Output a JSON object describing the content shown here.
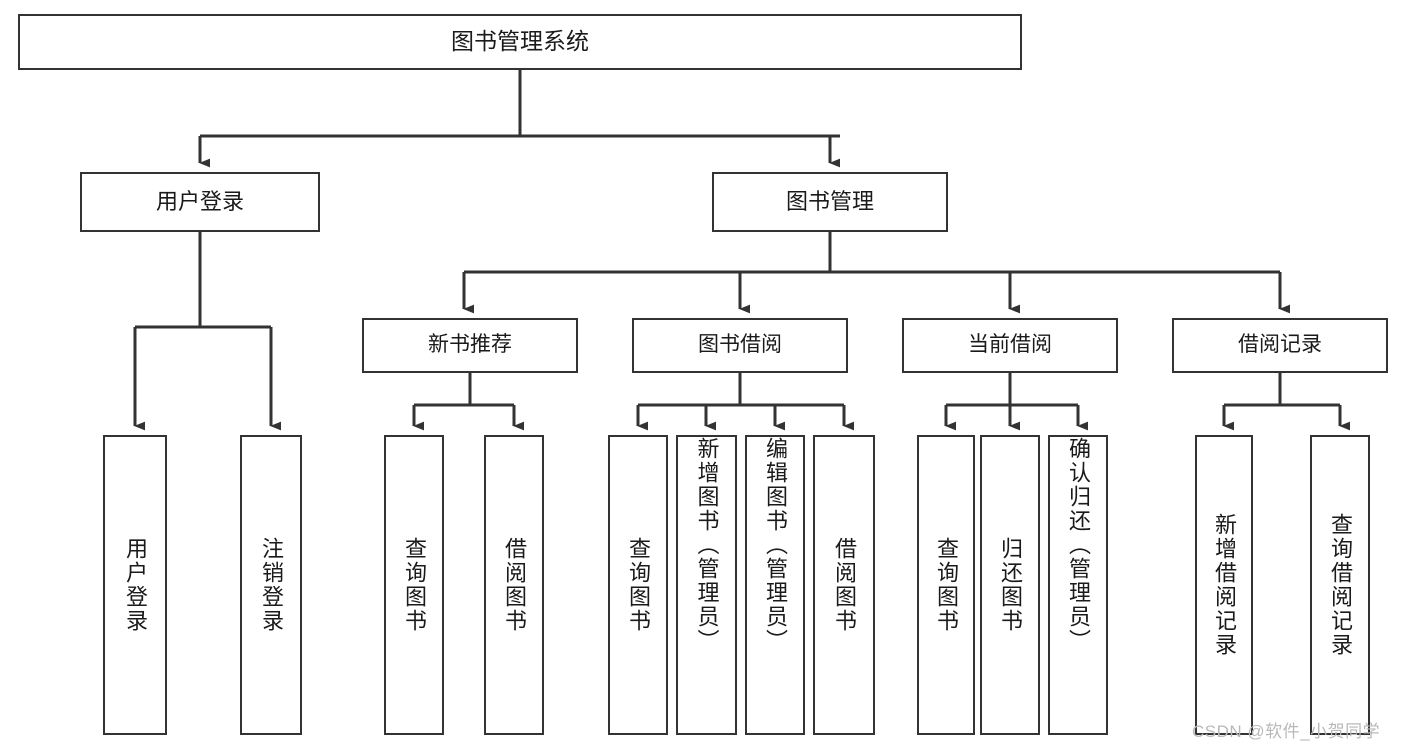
{
  "diagram": {
    "title": "图书管理系统",
    "type": "tree-hierarchy",
    "watermark": "CSDN @软件_小贺同学",
    "colors": {
      "box_border": "#333333",
      "box_fill": "#ffffff",
      "connector": "#333333",
      "text": "#1a1a1a",
      "watermark": "#b9b9b9",
      "background": "#ffffff"
    },
    "nodes": {
      "root": {
        "label": "图书管理系统"
      },
      "level1": [
        {
          "id": "user-login",
          "label": "用户登录"
        },
        {
          "id": "book-management",
          "label": "图书管理"
        }
      ],
      "level2": [
        {
          "id": "new-book-recommend",
          "label": "新书推荐"
        },
        {
          "id": "book-borrow",
          "label": "图书借阅"
        },
        {
          "id": "current-borrow",
          "label": "当前借阅"
        },
        {
          "id": "borrow-record",
          "label": "借阅记录"
        }
      ],
      "leaves": {
        "user_login": [
          {
            "id": "leaf-user-login",
            "label": "用户登录"
          },
          {
            "id": "leaf-logout-login",
            "label": "注销登录"
          }
        ],
        "new_book_recommend": [
          {
            "id": "leaf-query-book-1",
            "label": "查询图书"
          },
          {
            "id": "leaf-borrow-book-1",
            "label": "借阅图书"
          }
        ],
        "book_borrow": [
          {
            "id": "leaf-query-book-2",
            "label": "查询图书"
          },
          {
            "id": "leaf-add-book",
            "label": "新增图书（管理员）"
          },
          {
            "id": "leaf-edit-book",
            "label": "编辑图书（管理员）"
          },
          {
            "id": "leaf-borrow-book-2",
            "label": "借阅图书"
          }
        ],
        "current_borrow": [
          {
            "id": "leaf-query-book-3",
            "label": "查询图书"
          },
          {
            "id": "leaf-return-book",
            "label": "归还图书"
          },
          {
            "id": "leaf-confirm-return",
            "label": "确认归还（管理员）"
          }
        ],
        "borrow_record": [
          {
            "id": "leaf-add-record",
            "label": "新增借阅记录"
          },
          {
            "id": "leaf-query-record",
            "label": "查询借阅记录"
          }
        ]
      }
    }
  }
}
